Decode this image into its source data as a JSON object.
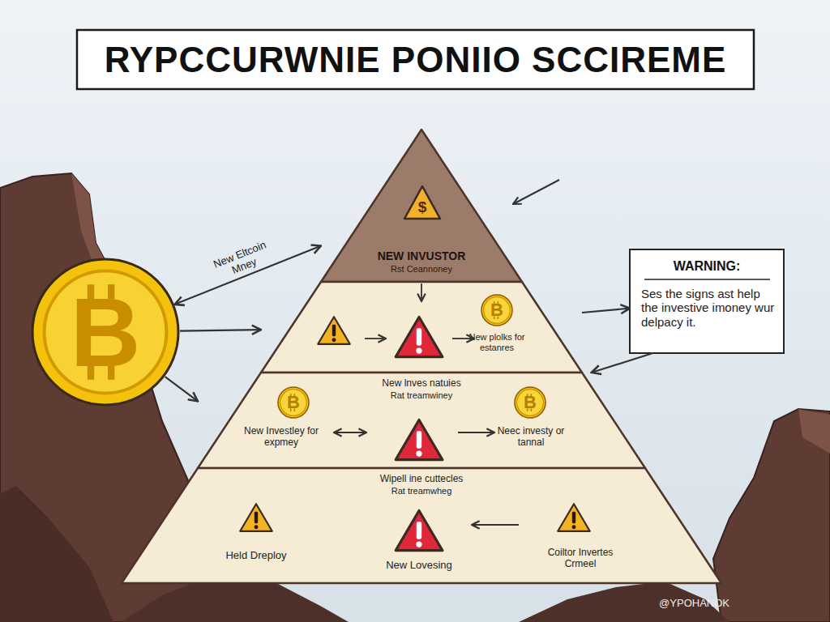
{
  "diagram": {
    "title": "RYPCCURWNIE PONIIO SCCIREME",
    "nodes": [
      {
        "text": [
          "NEW INVUSTOR",
          "Rst Ceannoney"
        ]
      },
      {
        "text": [
          "$"
        ],
        "in": 0
      },
      {
        "text": [
          "New plolks for estanres"
        ]
      },
      {
        "text": [
          "B"
        ],
        "in": 2
      },
      {
        "text": [
          "New lnves natuies",
          "Rat treamwiney",
          "New Investley for expmey",
          "Neec investy or tannal"
        ]
      },
      {
        "text": [
          "B"
        ],
        "in": 4
      },
      {
        "text": [
          "B"
        ],
        "in": 4
      },
      {
        "text": [
          "Wipell ine cuttecles",
          "Rat treamwheg",
          "Held Dreploy",
          "New Lovesing",
          "Coiltor Invertes Crmeel"
        ]
      },
      {
        "text": [
          "B"
        ]
      },
      {
        "text": [
          "WARNING:",
          "Ses the signs ast help the investive imoney wur delpacy it."
        ]
      }
    ],
    "edges": [
      {
        "from": 8,
        "to": 0,
        "label": "New Eltcoin Mney",
        "arrow": "both"
      },
      {
        "from": 8,
        "to": 2,
        "arrow": "to"
      },
      {
        "from": 8,
        "to": 4,
        "arrow": "to"
      },
      {
        "from": 2,
        "to": 9,
        "arrow": "to"
      },
      {
        "from": 9,
        "to": 4,
        "arrow": "to"
      }
    ],
    "labels": [
      "@YPOHANOK"
    ]
  }
}
